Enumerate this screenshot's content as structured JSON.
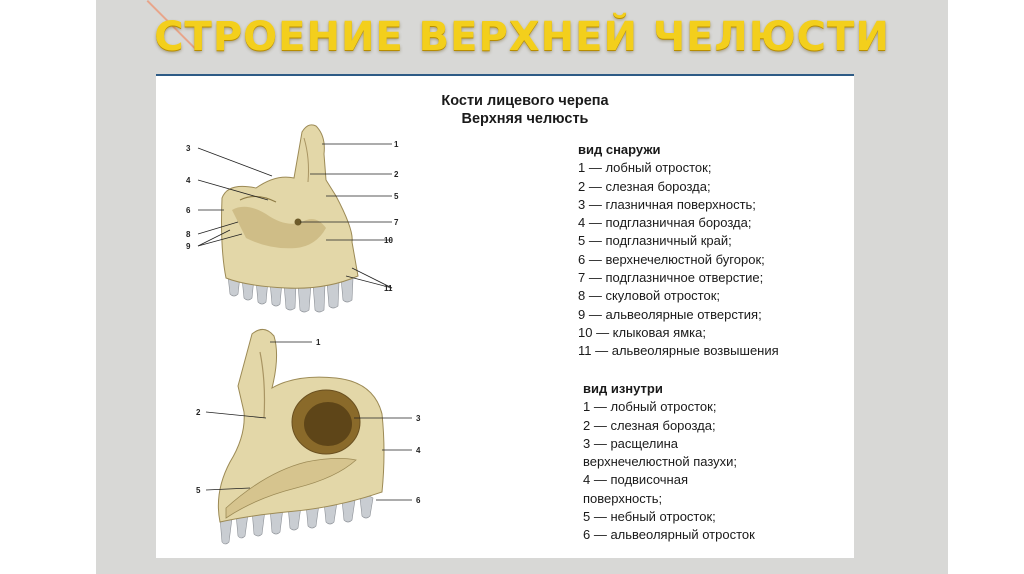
{
  "slide_title": "СТРОЕНИЕ ВЕРХНЕЙ ЧЕЛЮСТИ",
  "heading": {
    "line1": "Кости лицевого черепа",
    "line2": "Верхняя челюсть"
  },
  "outer_view": {
    "header": "вид снаружи",
    "items": [
      "1 — лобный отросток;",
      "2 — слезная борозда;",
      "3 — глазничная поверхность;",
      "4 — подглазничная борозда;",
      "5 — подглазничный край;",
      "6 — верхнечелюстной бугорок;",
      "7 — подглазничное отверстие;",
      "8 — скуловой отросток;",
      "9 — альвеолярные отверстия;",
      "10 — клыковая ямка;",
      "11 — альвеолярные возвышения"
    ],
    "figure_labels": [
      "1",
      "2",
      "3",
      "4",
      "5",
      "6",
      "7",
      "8",
      "9",
      "10",
      "11"
    ]
  },
  "inner_view": {
    "header": "вид изнутри",
    "items": [
      "1 — лобный отросток;",
      "2 — слезная борозда;",
      "3 — расщелина",
      "верхнечелюстной пазухи;",
      "4 — подвисочная",
      "поверхность;",
      "5 — небный отросток;",
      "6 — альвеолярный отросток"
    ],
    "figure_labels": [
      "1",
      "2",
      "3",
      "4",
      "5",
      "6"
    ]
  },
  "colors": {
    "title": "#f3cf1c",
    "bone": "#e3d7a8",
    "bone_shadow": "#b9a56a",
    "teeth": "#c9cdd2",
    "slide_bg": "#d8d8d6",
    "rule": "#2d5b86"
  }
}
